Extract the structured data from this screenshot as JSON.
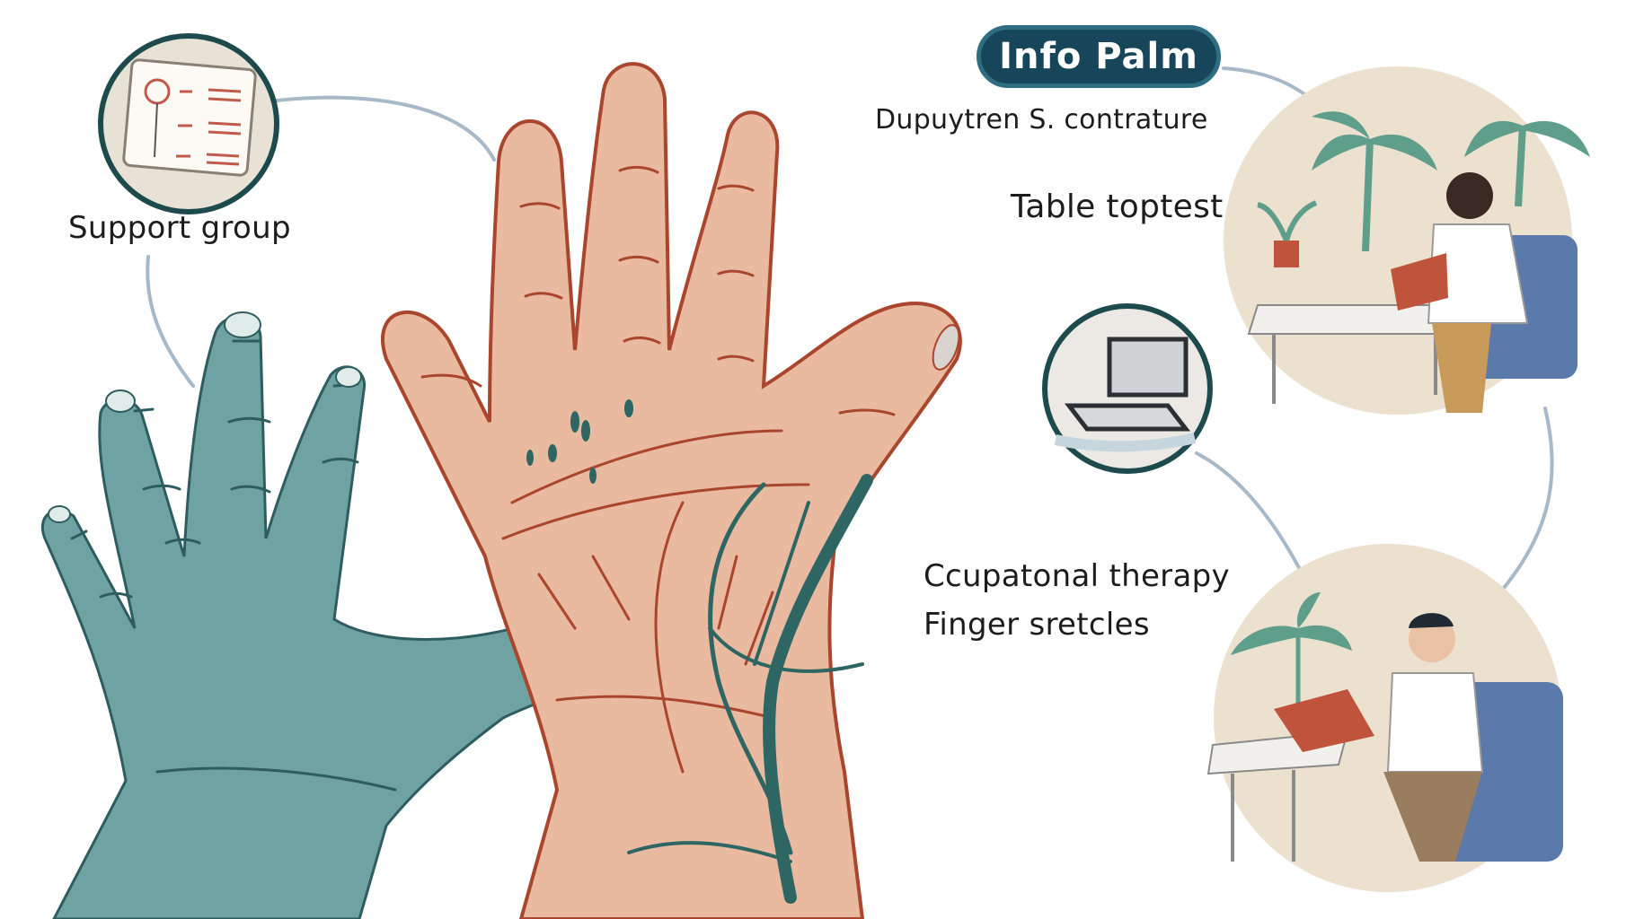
{
  "header": {
    "title": "Info Palm",
    "subtitle": "Dupuytren S. contrature"
  },
  "labels": {
    "support_group": "Support group",
    "table_top_test": "Table toptest",
    "occupational_therapy": "Ccupatonal therapy",
    "finger_stretches": "Finger sretcles"
  },
  "icons": {
    "support_card": "document-card-icon",
    "laptop": "laptop-icon",
    "doctor_top": "doctor-reading-illustration",
    "doctor_bottom": "doctor-reading-illustration",
    "left_hand": "teal-hand-illustration",
    "right_hand": "palm-illustration"
  },
  "colors": {
    "pill_bg": "#17465a",
    "teal_hand": "#6fa3a3",
    "palm_skin": "#e9b9a0",
    "palm_lines": "#a9462d",
    "tendon": "#2e6664",
    "connector": "#9fb2c4",
    "circle_border": "#1d4a4c",
    "chair_blue": "#5b79ab"
  }
}
